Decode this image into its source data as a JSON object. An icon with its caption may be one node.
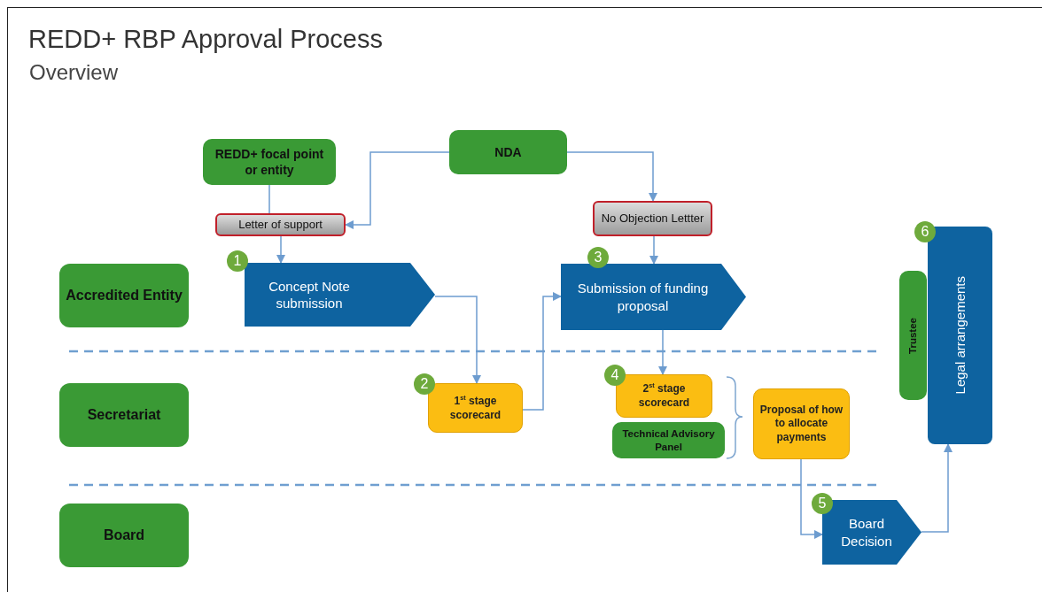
{
  "diagram": {
    "title": "REDD+ RBP Approval Process",
    "nodes": [
      {
        "text": [
          "REDD+ focal point or entity"
        ]
      },
      {
        "text": [
          "NDA"
        ]
      },
      {
        "text": [
          "Letter of support"
        ]
      },
      {
        "text": [
          "No Objection Lettter"
        ]
      },
      {
        "text": [
          "Accredited Entity"
        ]
      },
      {
        "text": [
          "Concept Note submission"
        ],
        "beside": [
          "1"
        ]
      },
      {
        "text": [
          "Submission of funding proposal"
        ],
        "beside": [
          "3"
        ]
      },
      {
        "text": [
          "Legal arrangements"
        ],
        "beside": [
          "6"
        ]
      },
      {
        "text": [
          "Trustee"
        ]
      },
      {
        "text": [
          "Secretariat"
        ]
      },
      {
        "text": [
          "1$^{st}$ stage scorecard"
        ],
        "beside": [
          "2"
        ]
      },
      {
        "text": [
          "2$^{st}$ stage scorecard"
        ],
        "beside": [
          "4"
        ]
      },
      {
        "text": [
          "Technical Advisory Panel"
        ]
      },
      {
        "text": [
          "Proposal of how to allocate payments"
        ]
      },
      {
        "text": [
          "Board"
        ]
      },
      {
        "text": [
          "Board Decision"
        ],
        "beside": [
          "5"
        ]
      }
    ],
    "edges": [
      {
        "from": 0,
        "to": 2,
        "arrow": "none"
      },
      {
        "from": 1,
        "to": 2,
        "arrow": "to"
      },
      {
        "from": 1,
        "to": 3,
        "arrow": "to"
      },
      {
        "from": 2,
        "to": 5,
        "arrow": "to"
      },
      {
        "from": 3,
        "to": 6,
        "arrow": "to"
      },
      {
        "from": 5,
        "to": 10,
        "arrow": "to"
      },
      {
        "from": 10,
        "to": 6,
        "arrow": "to"
      },
      {
        "from": 6,
        "to": 11,
        "arrow": "to"
      },
      {
        "from": 13,
        "to": 15,
        "arrow": "to"
      },
      {
        "from": 15,
        "to": 7,
        "arrow": "to"
      }
    ],
    "labels": [
      "Overview"
    ]
  }
}
